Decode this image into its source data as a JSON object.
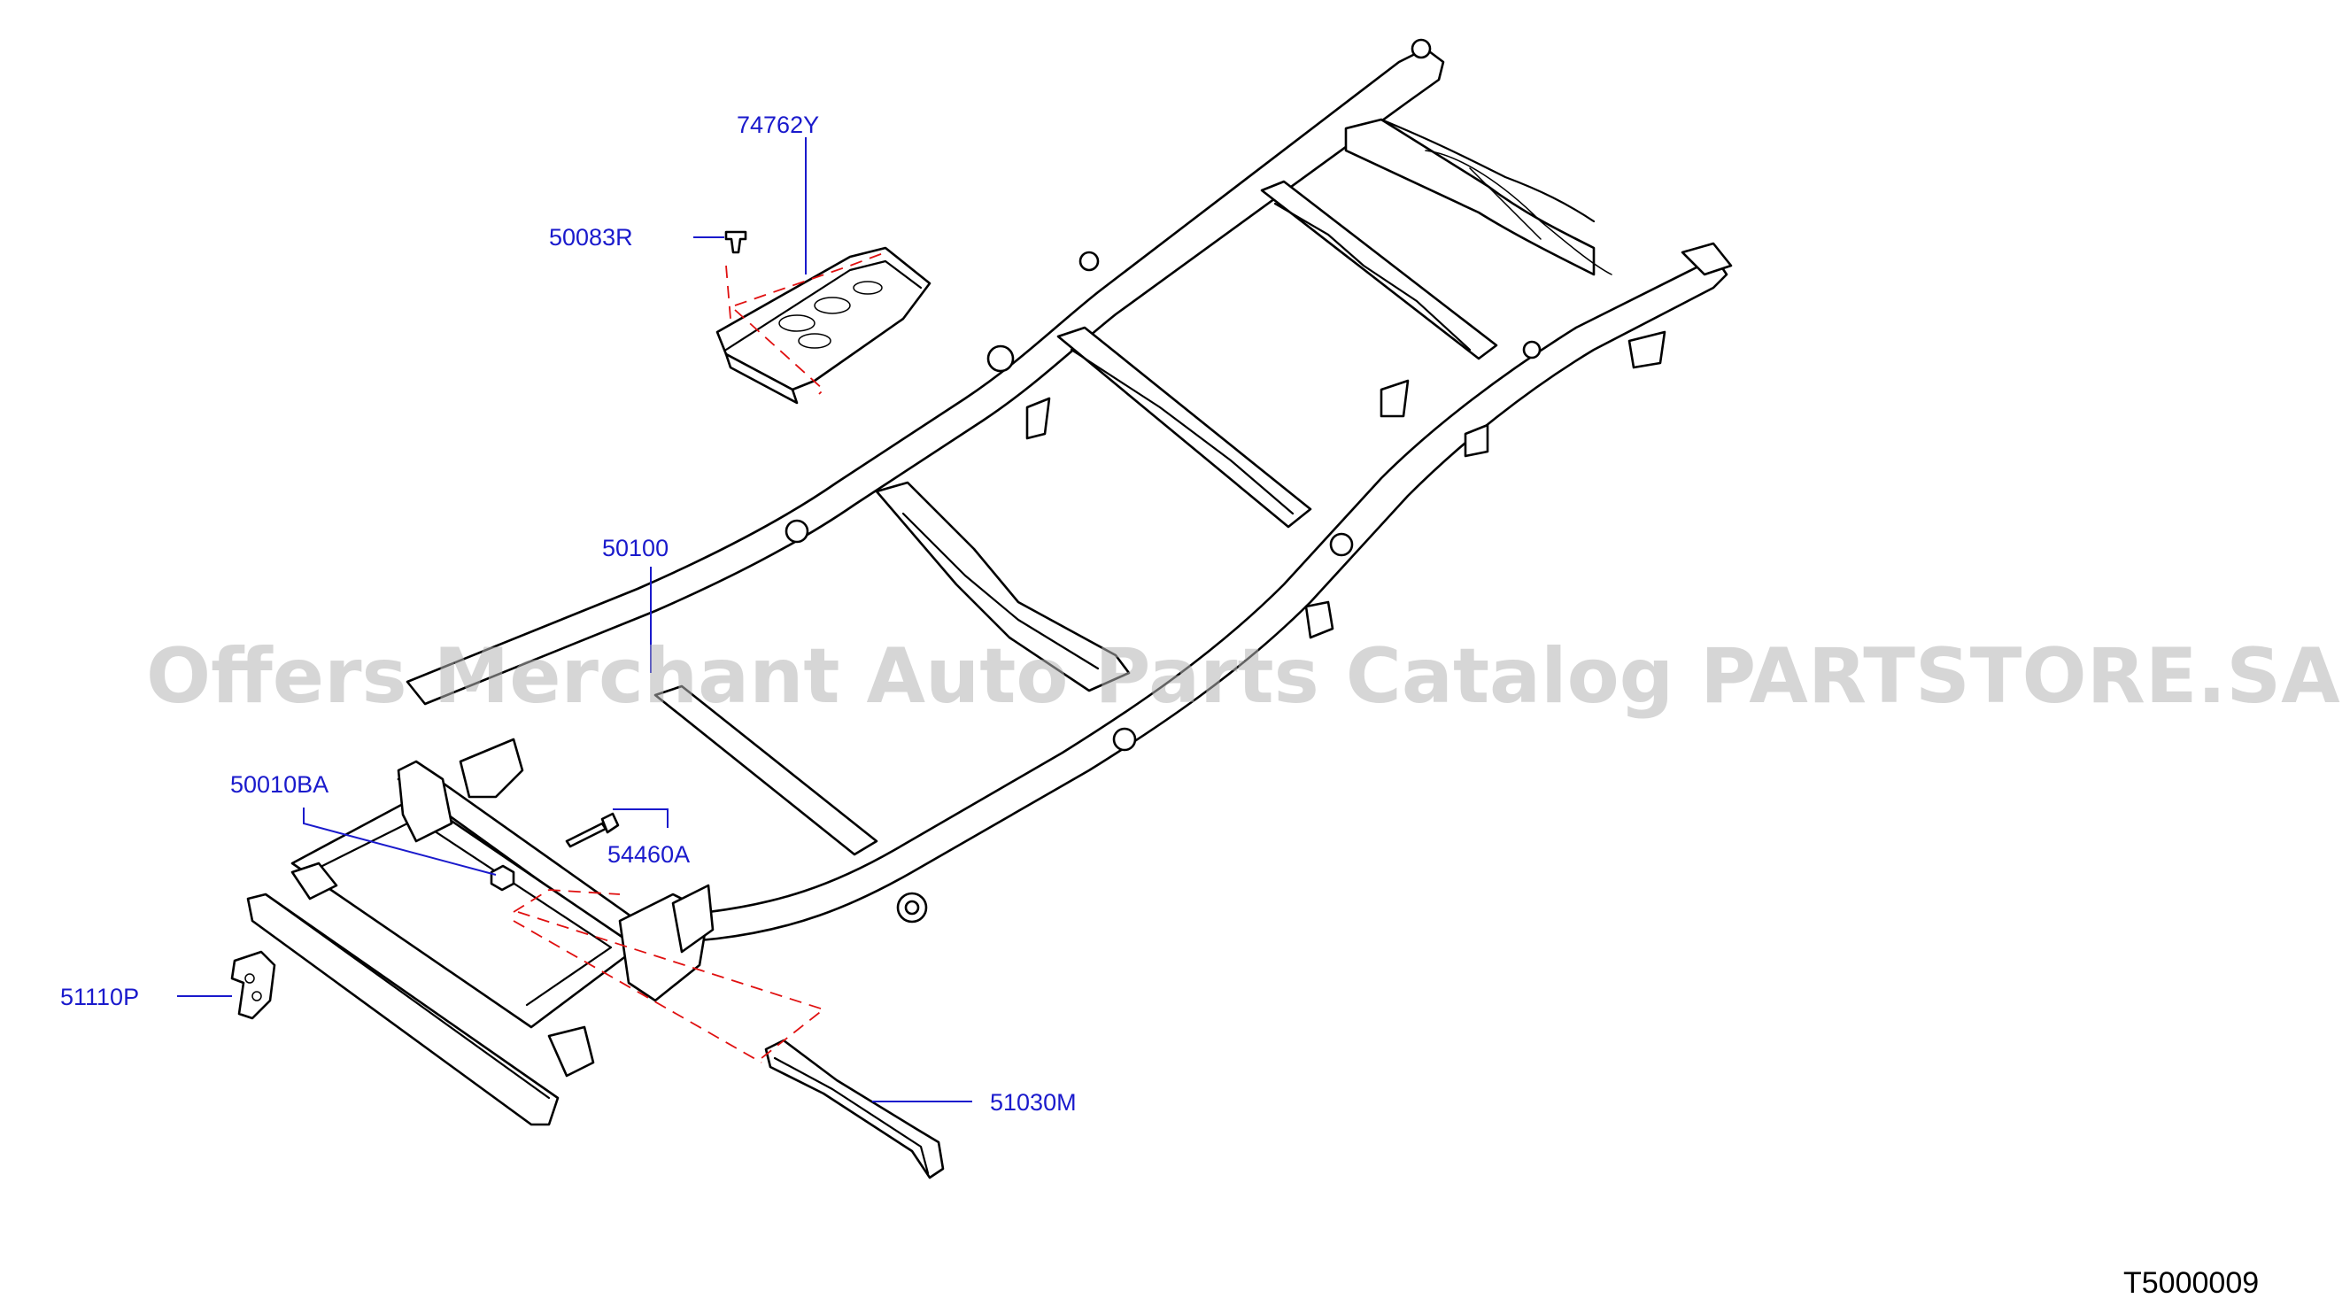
{
  "watermark": "Offers Merchant Auto Parts Catalog PARTSTORE.SA",
  "diagram_id": "T5000009",
  "parts": {
    "p74762Y": "74762Y",
    "p50083R": "50083R",
    "p50100": "50100",
    "p50010BA": "50010BA",
    "p54460A": "54460A",
    "p51110P": "51110P",
    "p51030M": "51030M"
  },
  "colors": {
    "label": "#1a1acc",
    "outline": "#000000",
    "dashed_guide": "#e01010",
    "watermark": "#b4b4b4"
  }
}
